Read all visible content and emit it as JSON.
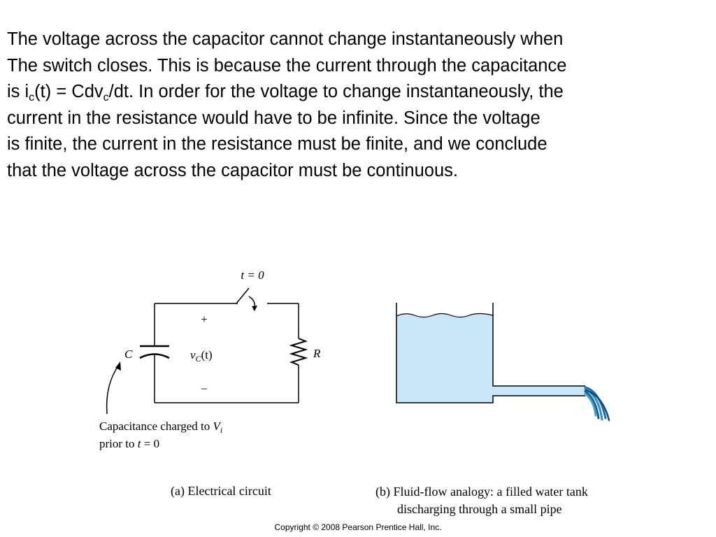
{
  "paragraph": {
    "line1": "The voltage across the capacitor cannot change instantaneously when",
    "line2": "The switch closes. This is because the current through the capacitance",
    "line3_pre": "is i",
    "line3_sub1": "c",
    "line3_mid1": "(t) = Cdv",
    "line3_sub2": "c",
    "line3_post": "/dt. In order for the voltage to change instantaneously, the",
    "line4": "current in the resistance would have to be infinite. Since the voltage",
    "line5": "is finite, the current in the resistance must  be finite, and we conclude",
    "line6": "that the voltage across the capacitor must be continuous."
  },
  "circuit": {
    "switch_label": "t = 0",
    "plus": "+",
    "minus": "–",
    "c_label": "C",
    "r_label": "R",
    "v_label_main": "v",
    "v_label_sub": "C",
    "v_label_tail": "(t)",
    "annotation_line1": "Capacitance charged to ",
    "annotation_line1_var": "V",
    "annotation_line1_sub": "i",
    "annotation_line2": "prior to ",
    "annotation_line2_var": "t",
    "annotation_line2_tail": " = 0",
    "caption": "(a) Electrical circuit"
  },
  "tank": {
    "caption_line1": "(b) Fluid-flow analogy: a filled water tank",
    "caption_line2": "discharging through a small pipe",
    "water_color": "#c8e6f8",
    "stream_color": "#1f6fae"
  },
  "copyright": "Copyright © 2008 Pearson Prentice Hall, Inc."
}
